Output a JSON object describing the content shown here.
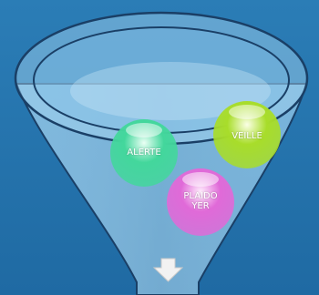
{
  "diagram": {
    "type": "funnel",
    "colors": {
      "background": "#2a79b0",
      "funnel_glass": "#9fd0ee",
      "funnel_outline": "#1a3f66",
      "arrow": "#f2f2f2"
    },
    "icons": {
      "output": "down-arrow-icon"
    },
    "items": [
      {
        "label": "ALERTE",
        "color": "#43d79c"
      },
      {
        "label": "VEILLE",
        "color": "#a8dd2a"
      },
      {
        "label": "PLAIDO YER",
        "color": "#e06ad8"
      }
    ]
  }
}
